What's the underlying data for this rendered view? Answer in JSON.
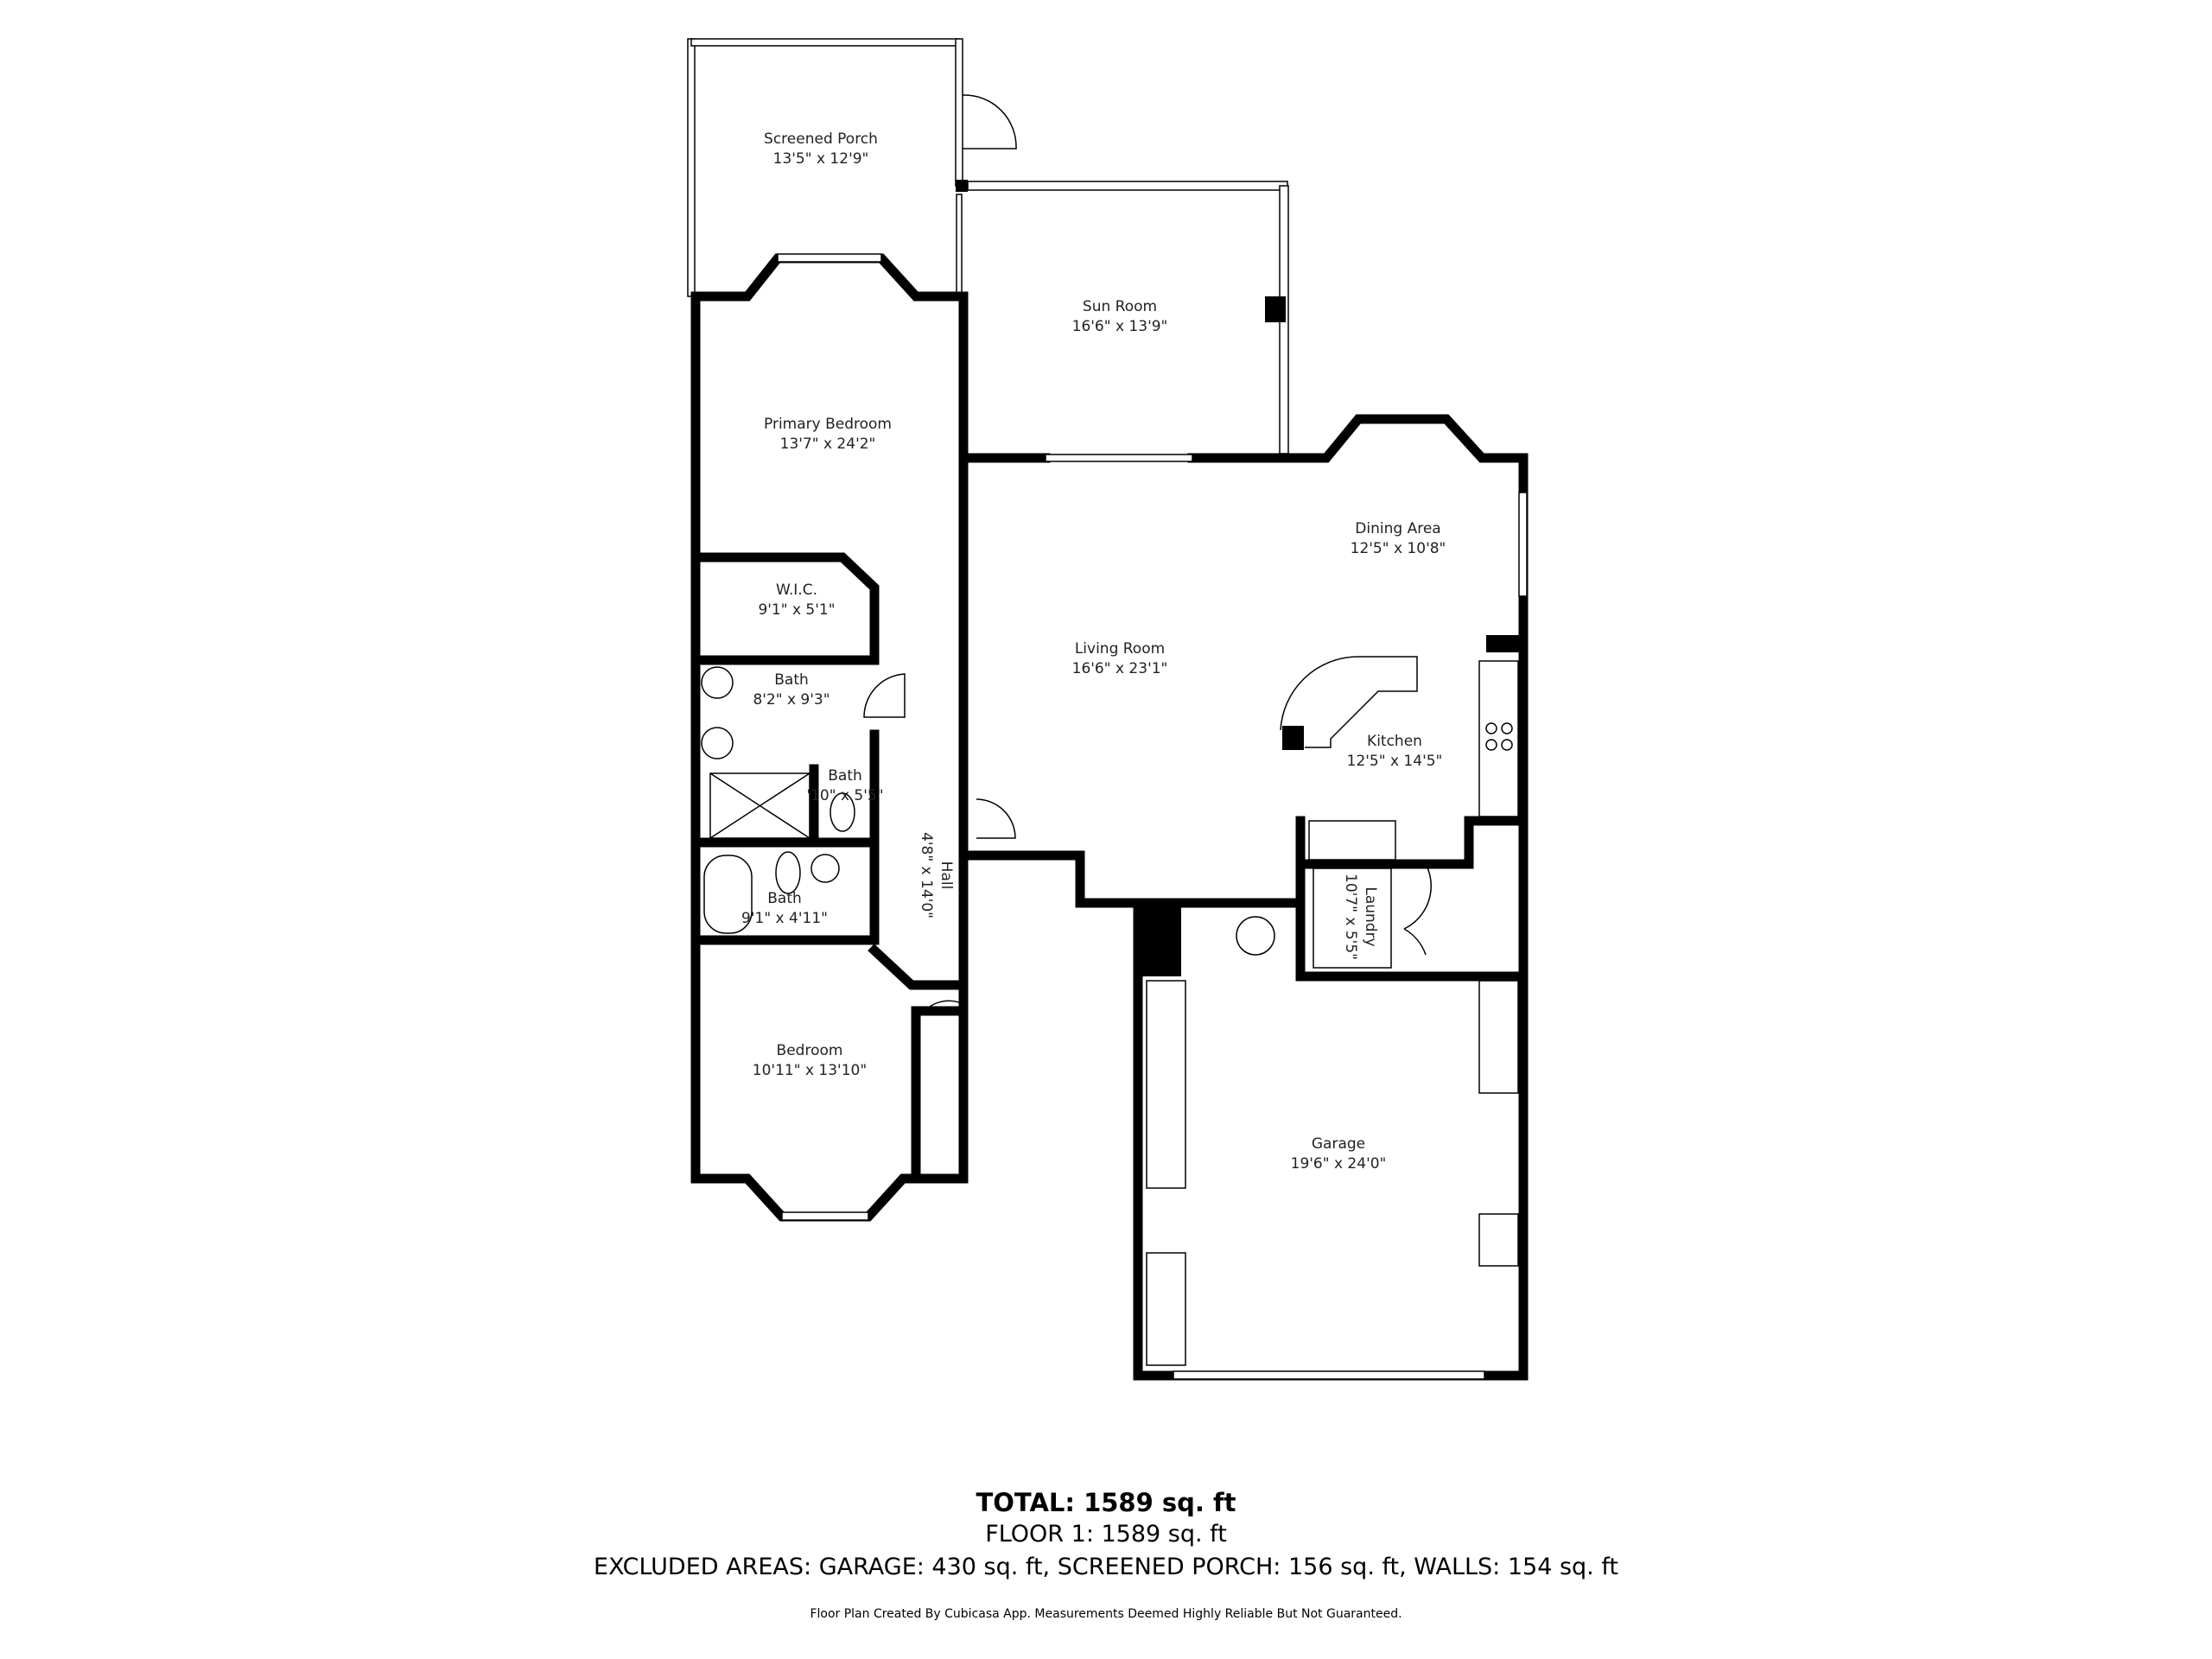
{
  "rooms": [
    {
      "id": "screened-porch",
      "name": "Screened Porch",
      "dims": "13'5\" x 12'9\""
    },
    {
      "id": "sun-room",
      "name": "Sun Room",
      "dims": "16'6\" x 13'9\""
    },
    {
      "id": "primary-bedroom",
      "name": "Primary Bedroom",
      "dims": "13'7\" x 24'2\""
    },
    {
      "id": "wic",
      "name": "W.I.C.",
      "dims": "9'1\" x 5'1\""
    },
    {
      "id": "bath-primary",
      "name": "Bath",
      "dims": "8'2\" x 9'3\""
    },
    {
      "id": "bath-small",
      "name": "Bath",
      "dims": "'10\" x 5'5\""
    },
    {
      "id": "bath-hall",
      "name": "Bath",
      "dims": "9'1\" x 4'11\""
    },
    {
      "id": "hall",
      "name": "Hall",
      "dims": "4'8\" x 14'0\""
    },
    {
      "id": "bedroom",
      "name": "Bedroom",
      "dims": "10'11\" x 13'10\""
    },
    {
      "id": "living-room",
      "name": "Living Room",
      "dims": "16'6\" x 23'1\""
    },
    {
      "id": "dining-area",
      "name": "Dining Area",
      "dims": "12'5\" x 10'8\""
    },
    {
      "id": "kitchen",
      "name": "Kitchen",
      "dims": "12'5\" x 14'5\""
    },
    {
      "id": "laundry",
      "name": "Laundry",
      "dims": "10'7\" x 5'5\""
    },
    {
      "id": "garage",
      "name": "Garage",
      "dims": "19'6\" x 24'0\""
    }
  ],
  "summary": {
    "total": "TOTAL: 1589 sq. ft",
    "floor": "FLOOR 1: 1589 sq. ft",
    "excluded": "EXCLUDED AREAS: GARAGE: 430 sq. ft, SCREENED PORCH: 156 sq. ft, WALLS: 154 sq. ft",
    "disclaimer": "Floor Plan Created By Cubicasa App. Measurements Deemed Highly Reliable But Not Guaranteed."
  },
  "colors": {
    "wall": "#000000",
    "background": "#ffffff",
    "text": "#222222"
  }
}
